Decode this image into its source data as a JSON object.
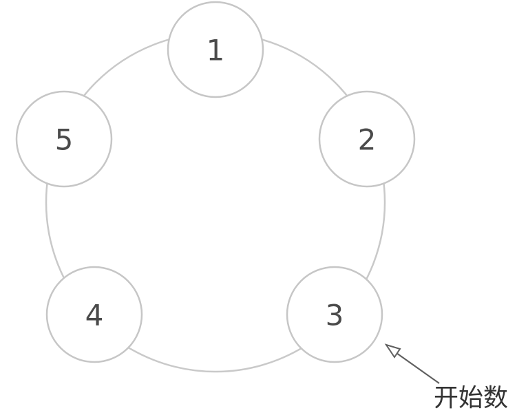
{
  "nodes": [
    {
      "label": "1"
    },
    {
      "label": "2"
    },
    {
      "label": "3"
    },
    {
      "label": "4"
    },
    {
      "label": "5"
    }
  ],
  "annotation": {
    "text": "开始数",
    "points_to_node": "3"
  }
}
